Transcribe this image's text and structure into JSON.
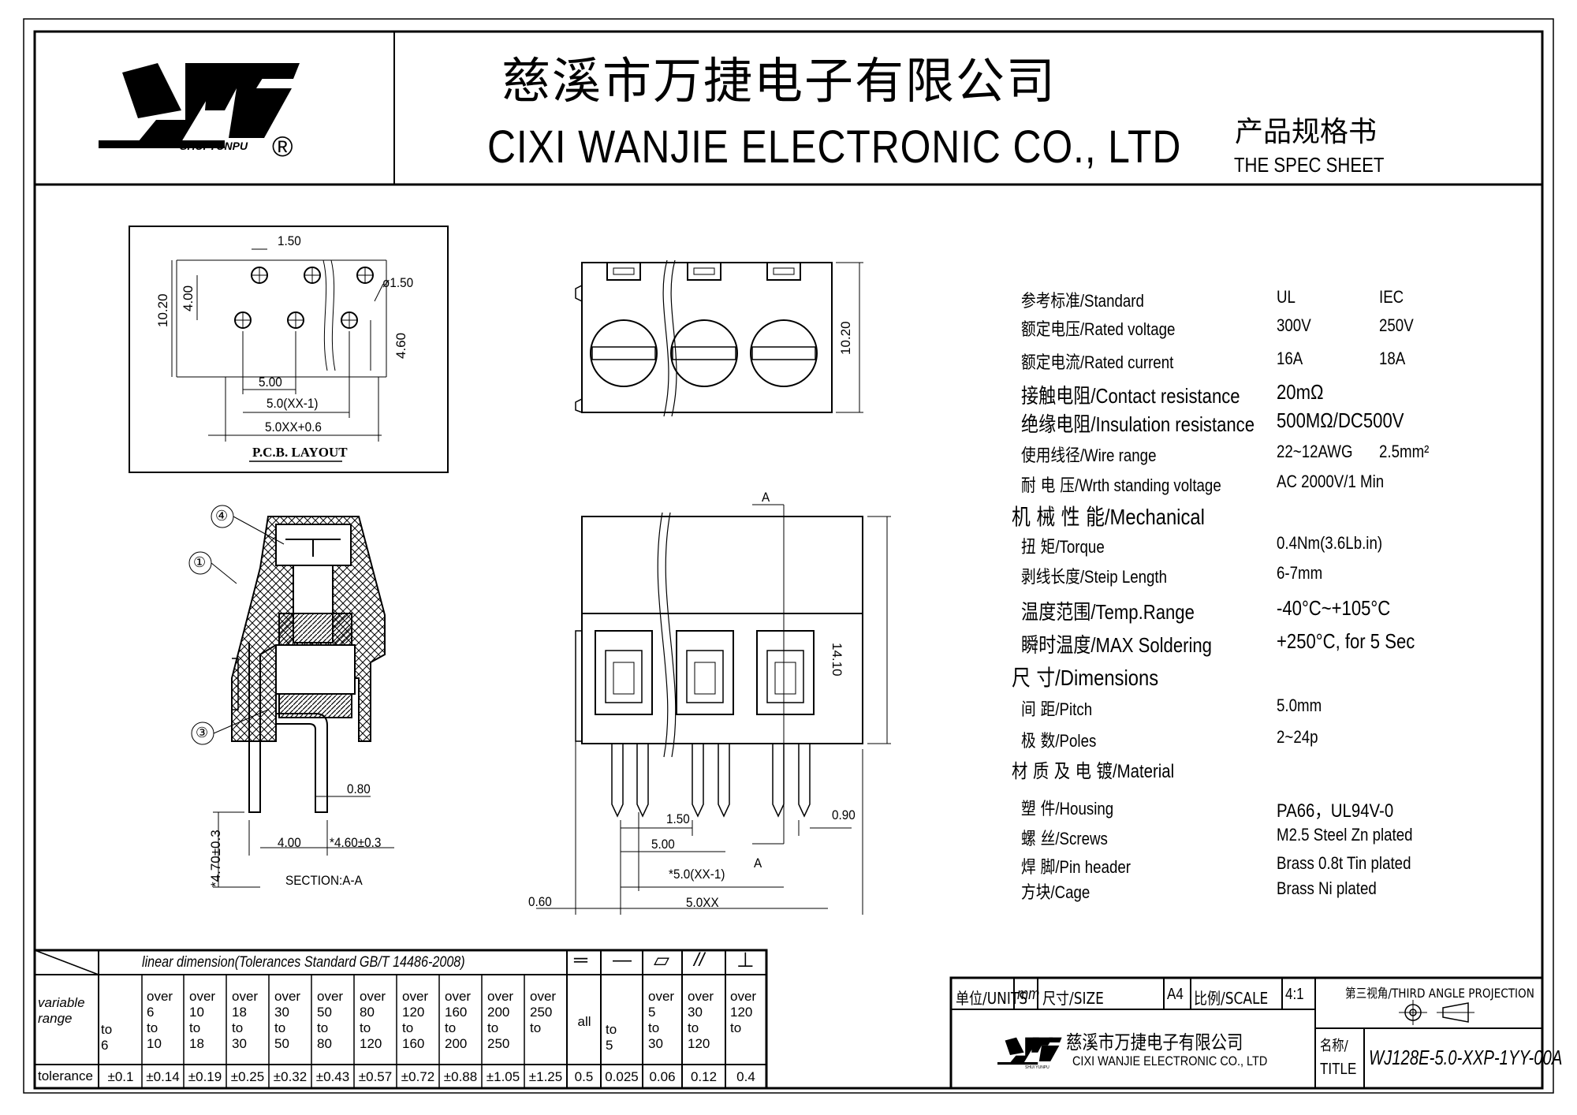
{
  "header": {
    "logo_text": "SHUI YUNPU",
    "registered": "®",
    "company_cn": "慈溪市万捷电子有限公司",
    "company_en": "CIXI WANJIE ELECTRONIC CO., LTD",
    "doc_cn": "产品规格书",
    "doc_en": "THE SPEC SHEET"
  },
  "pcb_layout": {
    "title": "P.C.B. LAYOUT",
    "dims": [
      "1.50",
      "ø1.50",
      "10.20",
      "4.00",
      "4.60",
      "5.00",
      "5.0(XX-1)",
      "5.0XX+0.6"
    ]
  },
  "front_view": {
    "dims": [
      "10.20"
    ]
  },
  "side_view": {
    "dims": [
      "A",
      "14.10",
      "1.50",
      "5.00",
      "*5.0(XX-1)",
      "A",
      "0.90",
      "0.60",
      "5.0XX"
    ]
  },
  "section": {
    "title": "SECTION:A-A",
    "callouts": [
      "④",
      "①",
      "③"
    ],
    "dims": [
      "0.80",
      "4.00",
      "*4.60±0.3",
      "*4.70±0.3"
    ]
  },
  "specs": [
    {
      "cn": "参考标准",
      "en": "/Standard",
      "v1": "UL",
      "v2": "IEC"
    },
    {
      "cn": "额定电压",
      "en": "/Rated voltage",
      "v1": "300V",
      "v2": "250V"
    },
    {
      "cn": "额定电流",
      "en": "/Rated current",
      "v1": "16A",
      "v2": "18A"
    },
    {
      "cn": "接触电阻",
      "en": "/Contact resistance",
      "v1": "20mΩ",
      "v2": ""
    },
    {
      "cn": "绝缘电阻",
      "en": "/Insulation resistance",
      "v1": "500MΩ/DC500V",
      "v2": ""
    },
    {
      "cn": "使用线径",
      "en": "/Wire range",
      "v1": "22~12AWG",
      "v2": "2.5mm²"
    },
    {
      "cn": "耐 电 压",
      "en": "/Wrth standing voltage",
      "v1": "AC 2000V/1 Min",
      "v2": ""
    },
    {
      "cn": "机 械 性 能",
      "en": "/Mechanical",
      "section": true
    },
    {
      "cn": "扭  矩",
      "en": "/Torque",
      "v1": "0.4Nm(3.6Lb.in)",
      "v2": ""
    },
    {
      "cn": "剥线长度",
      "en": "/Steip Length",
      "v1": "6-7mm",
      "v2": ""
    },
    {
      "cn": "温度范围",
      "en": "/Temp.Range",
      "v1": "-40°C~+105°C",
      "v2": ""
    },
    {
      "cn": "瞬时温度",
      "en": "/MAX Soldering",
      "v1": "+250°C, for 5 Sec",
      "v2": ""
    },
    {
      "cn": "尺    寸",
      "en": "/Dimensions",
      "section": true
    },
    {
      "cn": "间  距",
      "en": "/Pitch",
      "v1": "5.0mm",
      "v2": ""
    },
    {
      "cn": "极  数",
      "en": "/Poles",
      "v1": "2~24p",
      "v2": ""
    },
    {
      "cn": "材 质 及 电 镀",
      "en": "/Material",
      "section": true
    },
    {
      "cn": "塑  件",
      "en": "/Housing",
      "v1": "PA66，UL94V-0",
      "v2": ""
    },
    {
      "cn": "螺  丝",
      "en": "/Screws",
      "v1": "M2.5 Steel Zn plated",
      "v2": ""
    },
    {
      "cn": "焊  脚",
      "en": "/Pin header",
      "v1": "Brass 0.8t Tin plated",
      "v2": ""
    },
    {
      "cn": "方块",
      "en": "/Cage",
      "v1": "Brass  Ni  plated",
      "v2": ""
    }
  ],
  "tolerance": {
    "title": "linear  dimension(Tolerances  Standard  GB/T  14486-2008)",
    "row_label_range": "variable\nrange",
    "row_label_tol": "tolerance",
    "symbols": [
      "═",
      "—",
      "▱",
      "//",
      "⊥"
    ],
    "ranges": [
      "to\n6",
      "over\n6\nto\n10",
      "over\n10\nto\n18",
      "over\n18\nto\n30",
      "over\n30\nto\n50",
      "over\n50\nto\n80",
      "over\n80\nto\n120",
      "over\n120\nto\n160",
      "over\n160\nto\n200",
      "over\n200\nto\n250",
      "over\n250\nto",
      "all",
      "to\n5",
      "over\n5\nto\n30",
      "over\n30\nto\n120",
      "over\n120\nto"
    ],
    "values": [
      "±0.1",
      "±0.14",
      "±0.19",
      "±0.25",
      "±0.32",
      "±0.43",
      "±0.57",
      "±0.72",
      "±0.88",
      "±1.05",
      "±1.25",
      "0.5",
      "0.025",
      "0.06",
      "0.12",
      "0.4"
    ]
  },
  "title_block": {
    "units_label": "单位/UNITS",
    "units_value": "mm",
    "size_label": "尺寸/SIZE",
    "size_value": "A4",
    "scale_label": "比例/SCALE",
    "scale_value": "4:1",
    "projection": "第三视角/THIRD ANGLE PROJECTION",
    "company_cn": "慈溪市万捷电子有限公司",
    "company_en": "CIXI WANJIE ELECTRONIC CO., LTD",
    "title_label_cn": "名称/",
    "title_label_en": "TITLE",
    "title_value": "WJ128E-5.0-XXP-1YY-00A"
  }
}
